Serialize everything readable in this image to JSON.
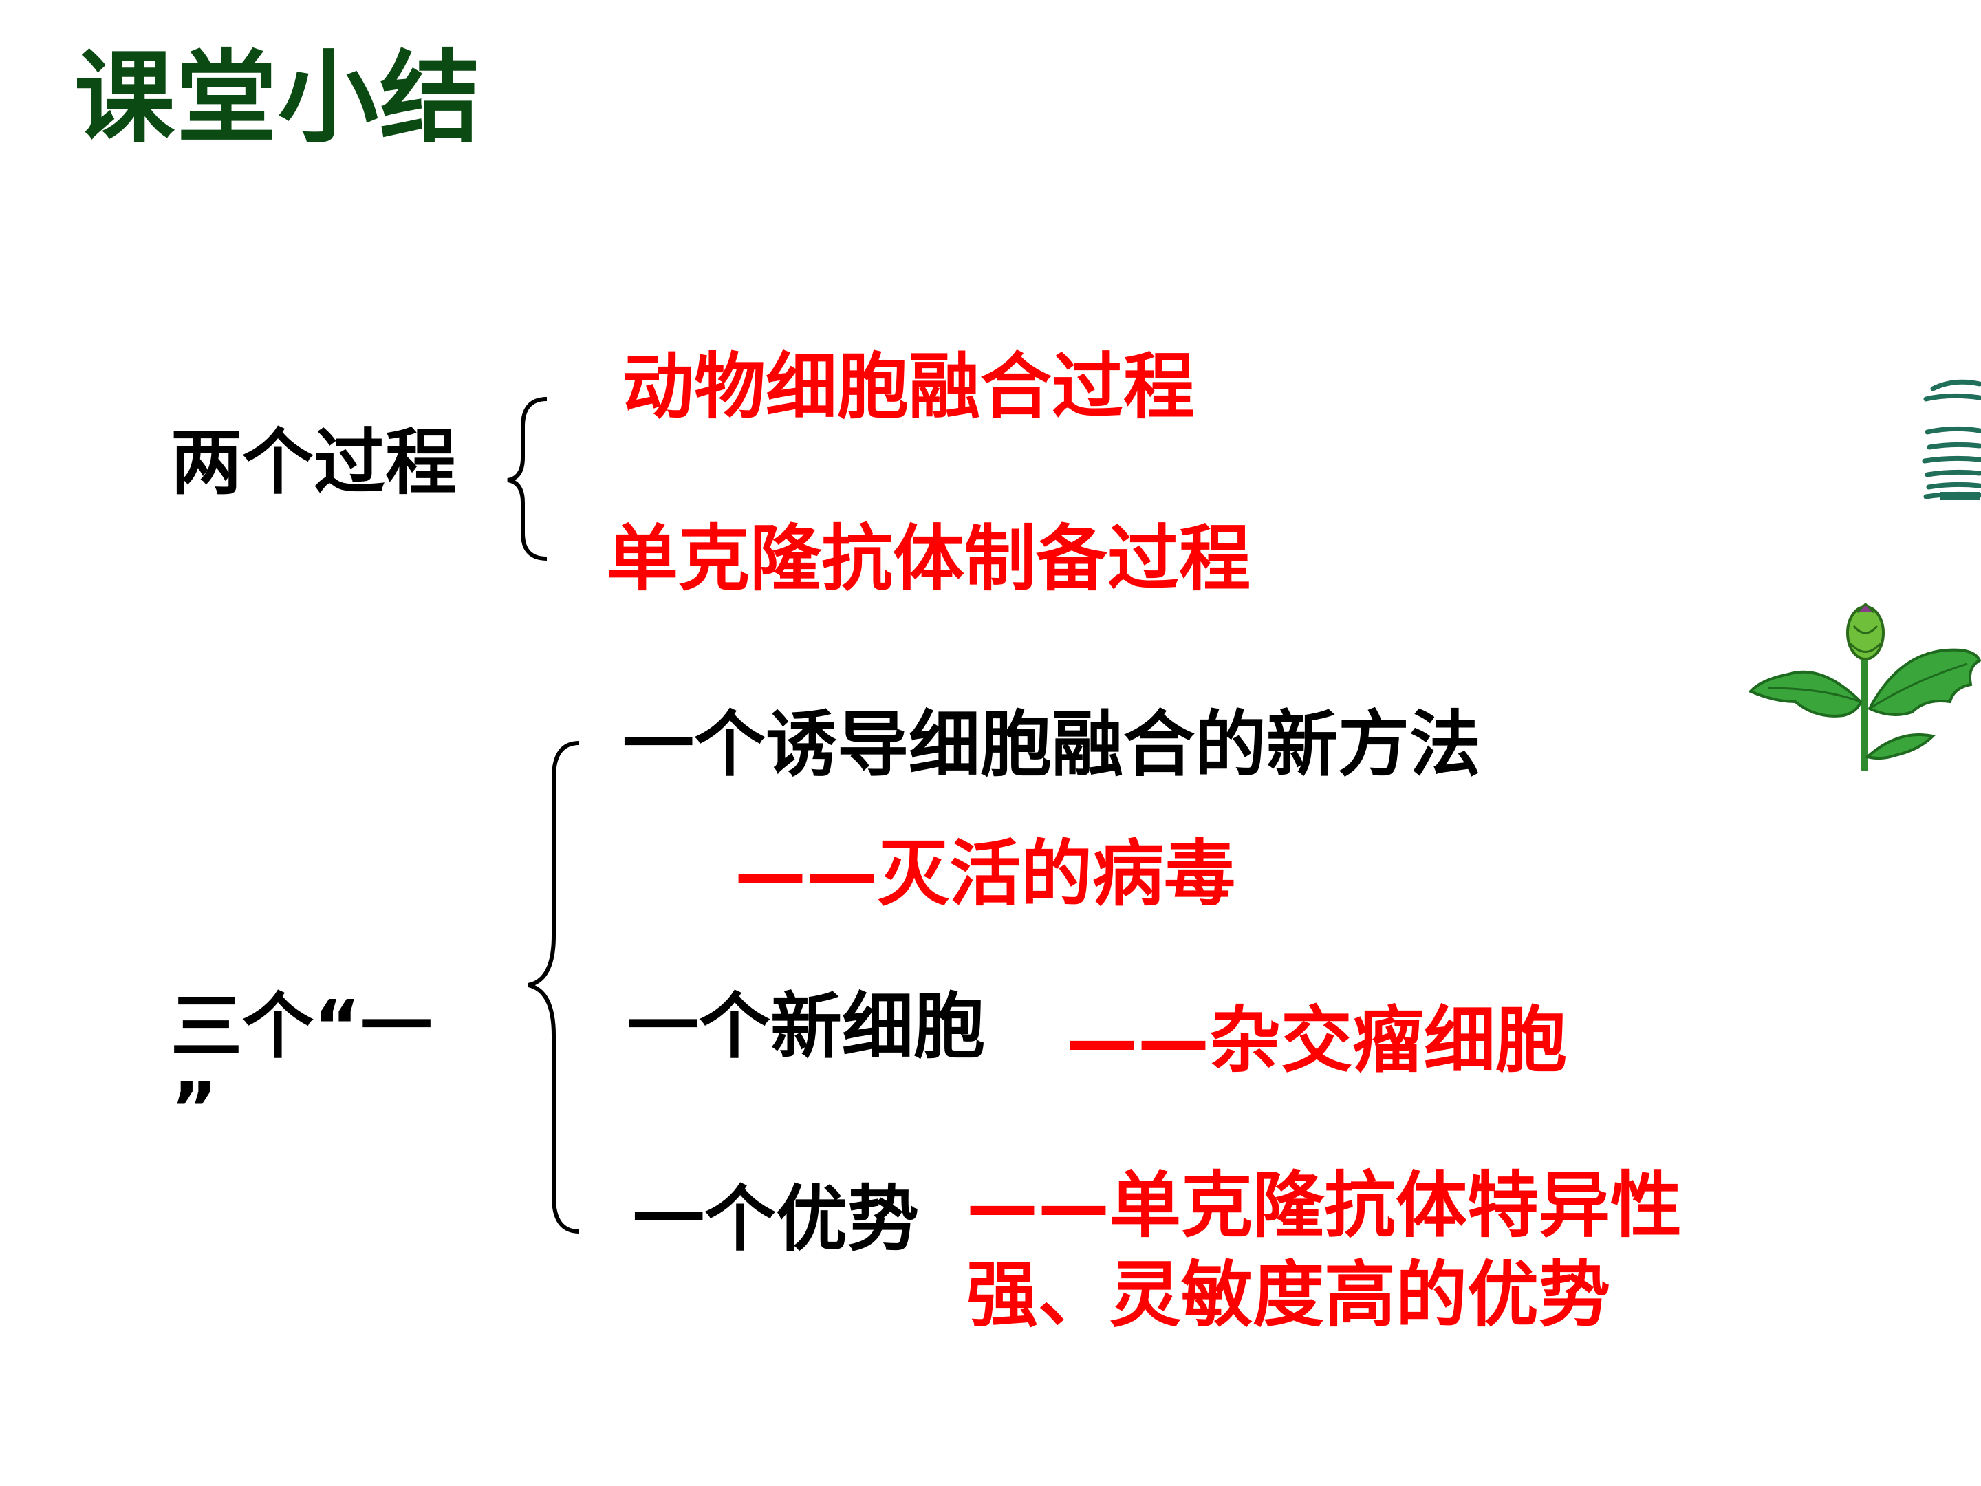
{
  "slide": {
    "title": "课堂小结",
    "group1": {
      "label": "两个过程",
      "items": [
        "动物细胞融合过程",
        "单克隆抗体制备过程"
      ]
    },
    "group2": {
      "label_line1": "三个“一",
      "label_line2": "”",
      "items": [
        {
          "main": "一个诱导细胞融合的新方法",
          "answer": "——灭活的病毒"
        },
        {
          "main": "一个新细胞",
          "answer": "——杂交瘤细胞"
        },
        {
          "main": "一个优势",
          "answer_line1": "——单克隆抗体特异性",
          "answer_line2": "强、灵敏度高的优势"
        }
      ]
    },
    "colors": {
      "title": "#0b4a12",
      "label": "#000000",
      "answer": "#ff0000",
      "leaf": "#3aa53a",
      "bud": "#6fbf3a"
    },
    "decorations": [
      "grass-icon",
      "flower-bud-icon"
    ]
  }
}
